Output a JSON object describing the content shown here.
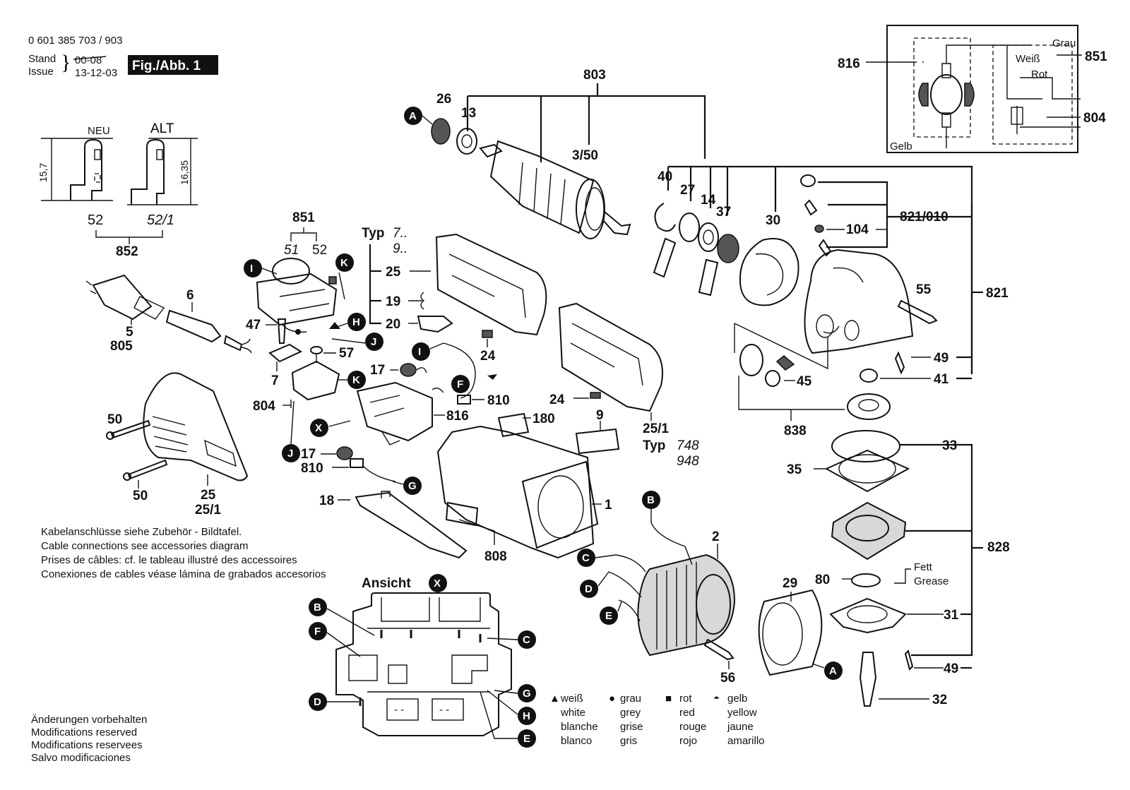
{
  "header": {
    "part_number": "0 601 385 703 / 903",
    "stand_label": "Stand",
    "issue_label": "Issue",
    "old_date": "00-08",
    "date": "13-12-03",
    "figure_label": "Fig./Abb. 1"
  },
  "detail": {
    "neu": "NEU",
    "alt": "ALT",
    "dim_left": "15,7",
    "dim_right": "16,35",
    "part_52": "52",
    "part_52_1": "52/1",
    "part_852": "852"
  },
  "labels": {
    "p803": "803",
    "p26": "26",
    "p13": "13",
    "p3_50": "3/50",
    "p40": "40",
    "p27": "27",
    "p14": "14",
    "p37": "37",
    "p30": "30",
    "p821_010": "821/010",
    "p104": "104",
    "p821": "821",
    "p55": "55",
    "p49a": "49",
    "p41": "41",
    "p45": "45",
    "p838": "838",
    "p33": "33",
    "p35": "35",
    "p828": "828",
    "p80": "80",
    "p31": "31",
    "p49b": "49",
    "p32": "32",
    "p29": "29",
    "p56": "56",
    "p2": "2",
    "p1": "1",
    "p808": "808",
    "p180": "180",
    "p9": "9",
    "p18": "18",
    "p810a": "810",
    "p810b": "810",
    "p17a": "17",
    "p17b": "17",
    "p816": "816",
    "p24a": "24",
    "p24b": "24",
    "p25": "25",
    "p19": "19",
    "p20": "20",
    "p25_1a": "25/1",
    "p851": "851",
    "p51": "51",
    "p52": "52",
    "p47": "47",
    "p57": "57",
    "p7": "7",
    "p804": "804",
    "p6": "6",
    "p5": "5",
    "p805": "805",
    "p50a": "50",
    "p50b": "50",
    "p25b": "25",
    "p25_1b": "25/1",
    "typ": "Typ",
    "typ_a1": "7..",
    "typ_a2": "9..",
    "typ_b1": "748",
    "typ_b2": "948"
  },
  "schematic": {
    "p816": "816",
    "p851": "851",
    "p804": "804",
    "grau": "Grau",
    "weiss": "Weiß",
    "rot": "Rot",
    "gelb": "Gelb"
  },
  "grease": {
    "fett": "Fett",
    "grease": "Grease"
  },
  "letters": {
    "A": "A",
    "B": "B",
    "C": "C",
    "D": "D",
    "E": "E",
    "F": "F",
    "G": "G",
    "H": "H",
    "I": "I",
    "J": "J",
    "K": "K",
    "X": "X"
  },
  "cable_note": [
    "Kabelanschlüsse siehe Zubehör - Bildtafel.",
    "Cable connections see accessories diagram",
    "Prises de câbles: cf. le tableau illustré des accessoires",
    "Conexiones de cables véase lámina de grabados accesorios"
  ],
  "view_title": "Ansicht",
  "color_legend": [
    {
      "symbol": "▲",
      "lines": [
        "weiß",
        "white",
        "blanche",
        "blanco"
      ]
    },
    {
      "symbol": "●",
      "lines": [
        "grau",
        "grey",
        "grise",
        "gris"
      ]
    },
    {
      "symbol": "■",
      "lines": [
        "rot",
        "red",
        "rouge",
        "rojo"
      ]
    },
    {
      "symbol": "◓",
      "lines": [
        "gelb",
        "yellow",
        "jaune",
        "amarillo"
      ]
    }
  ],
  "footer": [
    "Änderungen vorbehalten",
    "Modifications reserved",
    "Modifications reservees",
    "Salvo modificaciones"
  ]
}
